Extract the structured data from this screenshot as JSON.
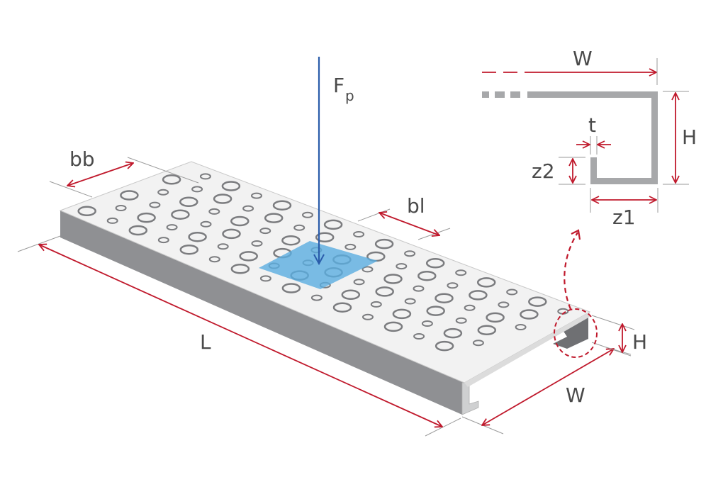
{
  "labels": {
    "force": "F",
    "force_sub": "p",
    "bb": "bb",
    "bl": "bl",
    "length": "L",
    "width": "W",
    "height": "H",
    "section_width": "W",
    "section_height": "H",
    "thickness": "t",
    "z1": "z1",
    "z2": "z2"
  },
  "colors": {
    "dimension": "#c0192c",
    "force": "#2a5caa",
    "load_area": "#5aace0",
    "profile": "#a7a8aa",
    "top_surface": "#f2f2f2",
    "side_face": "#8f9093"
  }
}
